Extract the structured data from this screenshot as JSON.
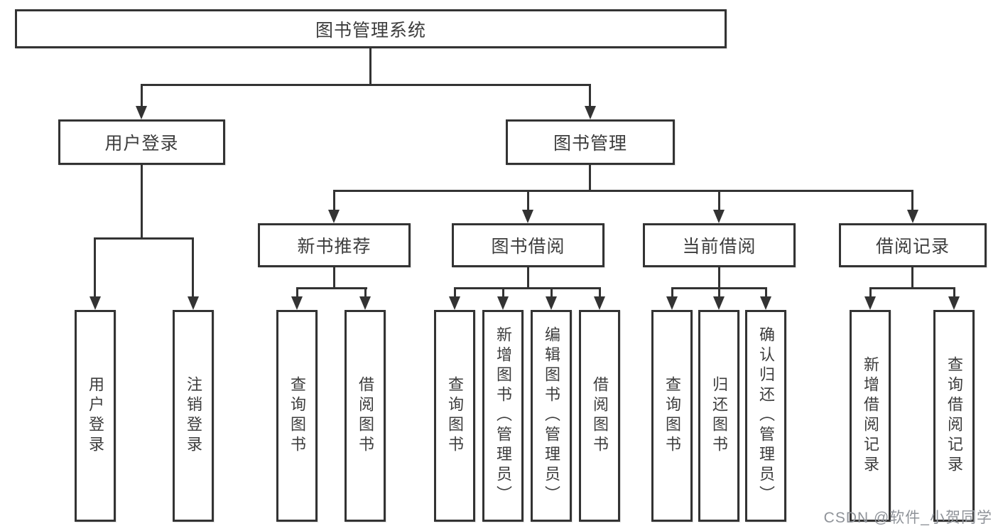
{
  "tree": {
    "label": "图书管理系统",
    "children": [
      {
        "label": "用户登录",
        "children": [
          {
            "label": "用户登录"
          },
          {
            "label": "注销登录"
          }
        ]
      },
      {
        "label": "图书管理",
        "children": [
          {
            "label": "新书推荐",
            "children": [
              {
                "label": "查询图书"
              },
              {
                "label": "借阅图书"
              }
            ]
          },
          {
            "label": "图书借阅",
            "children": [
              {
                "label": "查询图书"
              },
              {
                "label": "新增图书（管理员）"
              },
              {
                "label": "编辑图书（管理员）"
              },
              {
                "label": "借阅图书"
              }
            ]
          },
          {
            "label": "当前借阅",
            "children": [
              {
                "label": "查询图书"
              },
              {
                "label": "归还图书"
              },
              {
                "label": "确认归还（管理员）"
              }
            ]
          },
          {
            "label": "借阅记录",
            "children": [
              {
                "label": "新增借阅记录"
              },
              {
                "label": "查询借阅记录"
              }
            ]
          }
        ]
      }
    ]
  },
  "watermark": {
    "text": "CSDN @软件_小贺同学"
  },
  "colors": {
    "line": "#333333",
    "box_border": "#333333",
    "text": "#3d3d3d",
    "background": "#ffffff",
    "watermark": "#8f9399"
  }
}
